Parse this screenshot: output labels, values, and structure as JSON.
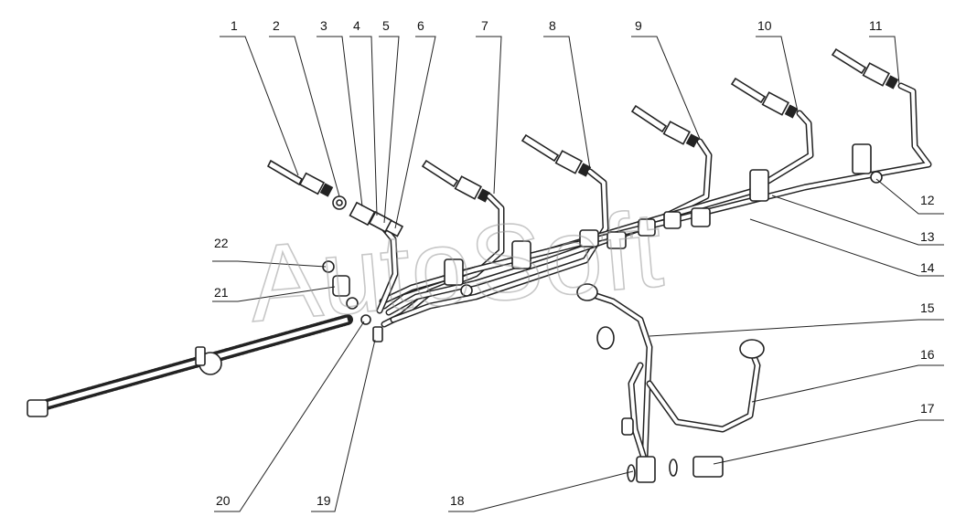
{
  "watermark": "AutoSoft",
  "callouts": [
    {
      "id": "1",
      "label": "1"
    },
    {
      "id": "2",
      "label": "2"
    },
    {
      "id": "3",
      "label": "3"
    },
    {
      "id": "4",
      "label": "4"
    },
    {
      "id": "5",
      "label": "5"
    },
    {
      "id": "6",
      "label": "6"
    },
    {
      "id": "7",
      "label": "7"
    },
    {
      "id": "8",
      "label": "8"
    },
    {
      "id": "9",
      "label": "9"
    },
    {
      "id": "10",
      "label": "10"
    },
    {
      "id": "11",
      "label": "11"
    },
    {
      "id": "12",
      "label": "12"
    },
    {
      "id": "13",
      "label": "13"
    },
    {
      "id": "14",
      "label": "14"
    },
    {
      "id": "15",
      "label": "15"
    },
    {
      "id": "16",
      "label": "16"
    },
    {
      "id": "17",
      "label": "17"
    },
    {
      "id": "18",
      "label": "18"
    },
    {
      "id": "19",
      "label": "19"
    },
    {
      "id": "20",
      "label": "20"
    },
    {
      "id": "21",
      "label": "21"
    },
    {
      "id": "22",
      "label": "22"
    }
  ]
}
